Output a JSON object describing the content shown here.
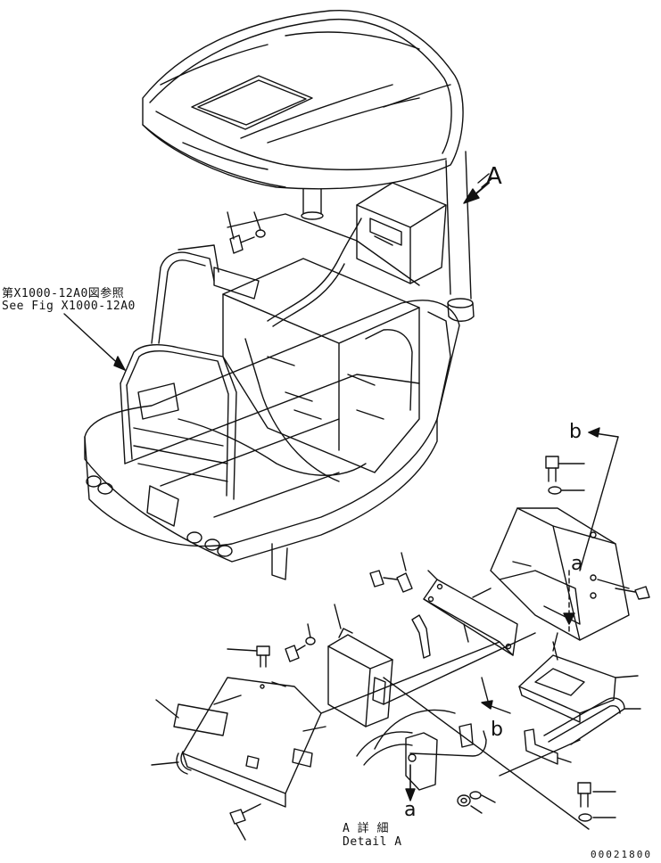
{
  "labels": {
    "view_a": "A",
    "ref_jp": "第X1000-12A0図参照",
    "ref_en": "See Fig X1000-12A0",
    "b_top": "b",
    "a_right": "a",
    "b_mid": "b",
    "a_bottom": "a",
    "detail_jp": "A 詳 細",
    "detail_en": "Detail A",
    "drawing_no": "00021800"
  }
}
